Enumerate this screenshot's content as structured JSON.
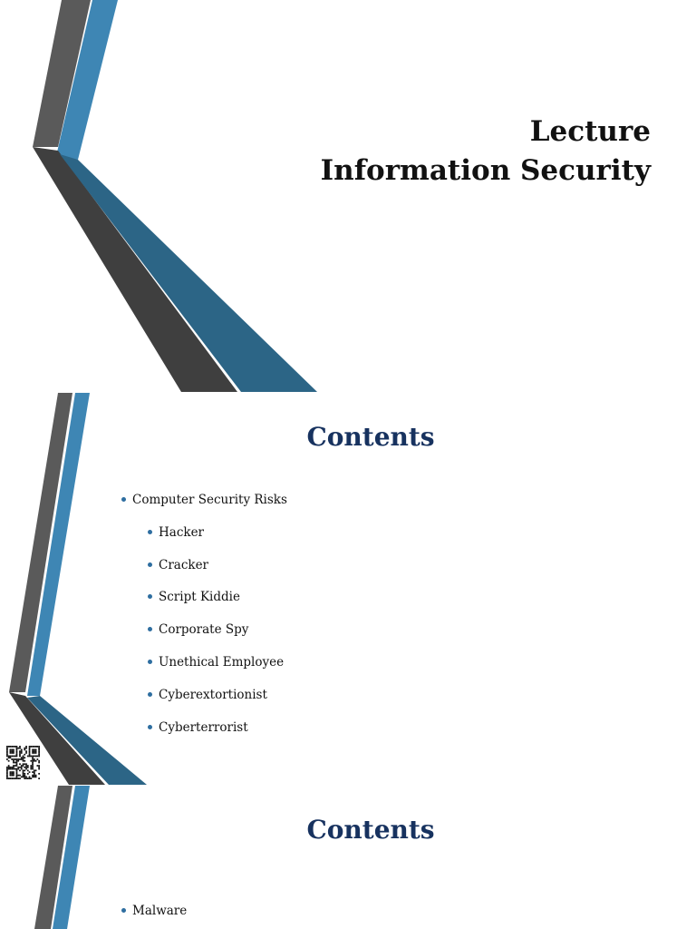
{
  "colors": {
    "dark_gray": "#404040",
    "mid_gray": "#5a5a5a",
    "accent_blue": "#3e86b4",
    "deep_blue": "#2c6586",
    "heading_navy": "#17325f"
  },
  "slide1": {
    "title_line1": "Lecture",
    "title_line2": "Information Security"
  },
  "slide2": {
    "heading": "Contents",
    "bullets": [
      {
        "text": "Computer Security Risks",
        "level": 1
      },
      {
        "text": "Hacker",
        "level": 2
      },
      {
        "text": "Cracker",
        "level": 2
      },
      {
        "text": "Script Kiddie",
        "level": 2
      },
      {
        "text": "Corporate Spy",
        "level": 2
      },
      {
        "text": "Unethical Employee",
        "level": 2
      },
      {
        "text": "Cyberextortionist",
        "level": 2
      },
      {
        "text": "Cyberterrorist",
        "level": 2
      }
    ]
  },
  "slide3": {
    "heading": "Contents",
    "bullets": [
      {
        "text": "Malware",
        "level": 1
      }
    ]
  },
  "qr_code": {
    "icon": "qr-code-icon"
  }
}
